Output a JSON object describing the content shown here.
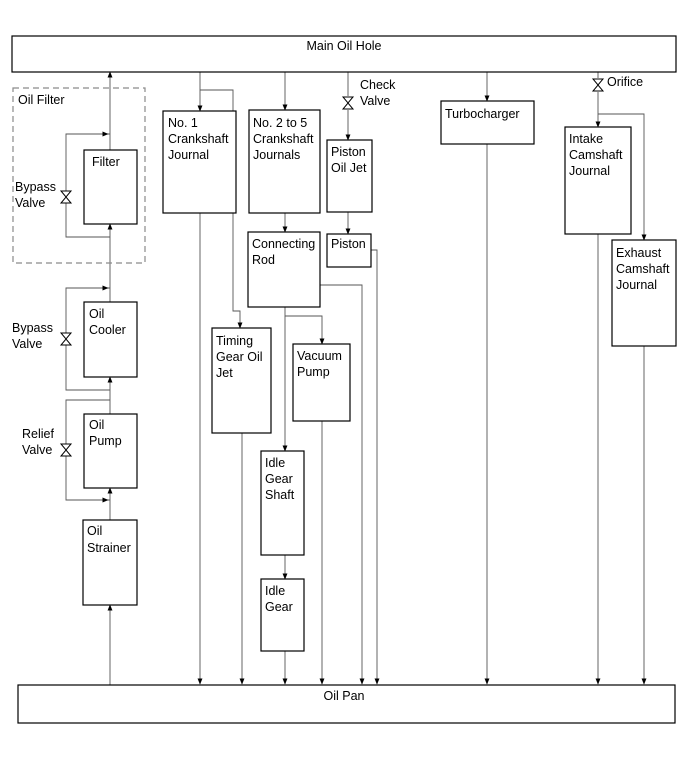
{
  "diagram": {
    "main_oil_hole": "Main Oil Hole",
    "oil_pan": "Oil Pan",
    "oil_filter_group": "Oil Filter",
    "filter": "Filter",
    "bypass_valve_filter": [
      "Bypass",
      "Valve"
    ],
    "oil_cooler": [
      "Oil",
      "Cooler"
    ],
    "bypass_valve_cooler": [
      "Bypass",
      "Valve"
    ],
    "oil_pump": [
      "Oil",
      "Pump"
    ],
    "relief_valve": [
      "Relief",
      "Valve"
    ],
    "oil_strainer": [
      "Oil",
      "Strainer"
    ],
    "no1_crankshaft_journal": [
      "No. 1",
      "Crankshaft",
      "Journal"
    ],
    "no2to5_crankshaft_journals": [
      "No. 2 to 5",
      "Crankshaft",
      "Journals"
    ],
    "check_valve": [
      "Check",
      "Valve"
    ],
    "piston_oil_jet": [
      "Piston",
      "Oil Jet"
    ],
    "piston": "Piston",
    "connecting_rod": [
      "Connecting",
      "Rod"
    ],
    "timing_gear_oil_jet": [
      "Timing",
      "Gear Oil",
      "Jet"
    ],
    "vacuum_pump": [
      "Vacuum",
      "Pump"
    ],
    "idle_gear_shaft": [
      "Idle",
      "Gear",
      "Shaft"
    ],
    "idle_gear": [
      "Idle",
      "Gear"
    ],
    "turbocharger": "Turbocharger",
    "orifice": "Orifice",
    "intake_camshaft_journal": [
      "Intake",
      "Camshaft",
      "Journal"
    ],
    "exhaust_camshaft_journal": [
      "Exhaust",
      "Camshaft",
      "Journal"
    ]
  }
}
